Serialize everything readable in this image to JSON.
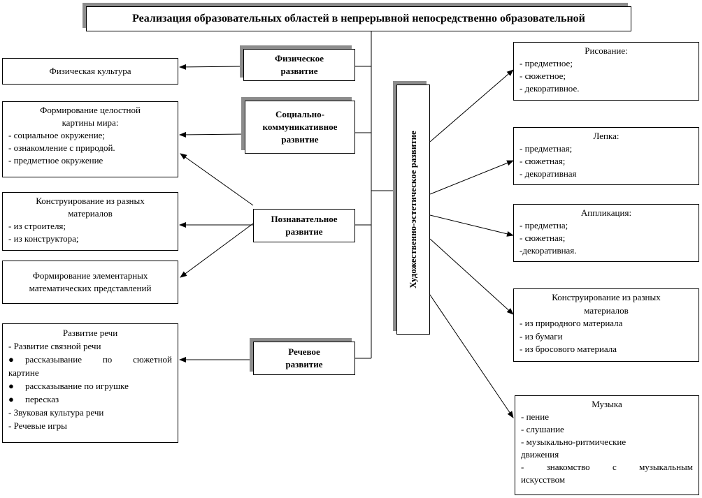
{
  "title": "Реализация образовательных областей в непрерывной непосредственно образовательной",
  "areas": {
    "physical": [
      "Физическое",
      "развитие"
    ],
    "social": [
      "Социально-",
      "коммуникативное",
      "развитие"
    ],
    "cognitive": [
      "Познавательное",
      "развитие"
    ],
    "speech": [
      "Речевое",
      "развитие"
    ],
    "artistic": "Художественно-эстетическое развитие"
  },
  "left": {
    "phys_culture": "Физическая культура",
    "world_picture": {
      "head": [
        "Формирование целостной",
        "картины мира:"
      ],
      "items": [
        "- социальное окружение;",
        "- ознакомление с природой.",
        "- предметное окружение"
      ]
    },
    "construct": {
      "head": [
        "Конструирование из разных",
        "материалов"
      ],
      "items": [
        "- из строителя;",
        "- из конструктора;"
      ]
    },
    "math": [
      "Формирование элементарных",
      "математических представлений"
    ],
    "speech_dev": {
      "head": "Развитие речи",
      "l1": "- Развитие связной речи",
      "b1a": "рассказывание по сюжетной",
      "b1b": "картине",
      "b2": "рассказывание по игрушке",
      "b3": "пересказ",
      "l2": "- Звуковая культура речи",
      "l3": "- Речевые игры"
    }
  },
  "right": {
    "drawing": {
      "head": "Рисование:",
      "items": [
        "- предметное;",
        "- сюжетное;",
        "- декоративное."
      ]
    },
    "modeling": {
      "head": "Лепка:",
      "items": [
        "- предметная;",
        "- сюжетная;",
        "- декоративная"
      ]
    },
    "applique": {
      "head": "Аппликация:",
      "items": [
        "- предметна;",
        "- сюжетная;",
        "-декоративная."
      ]
    },
    "construct": {
      "head": [
        "Конструирование из разных",
        "материалов"
      ],
      "items": [
        "- из природного материала",
        "- из бумаги",
        "- из бросового материала"
      ]
    },
    "music": {
      "head": "Музыка",
      "items": [
        "- пение",
        "- слушание",
        "- музыкально-ритмические",
        "движения"
      ],
      "last_words": [
        "-",
        "знакомство",
        "с",
        "музыкальным"
      ],
      "last_line": "искусством"
    }
  }
}
